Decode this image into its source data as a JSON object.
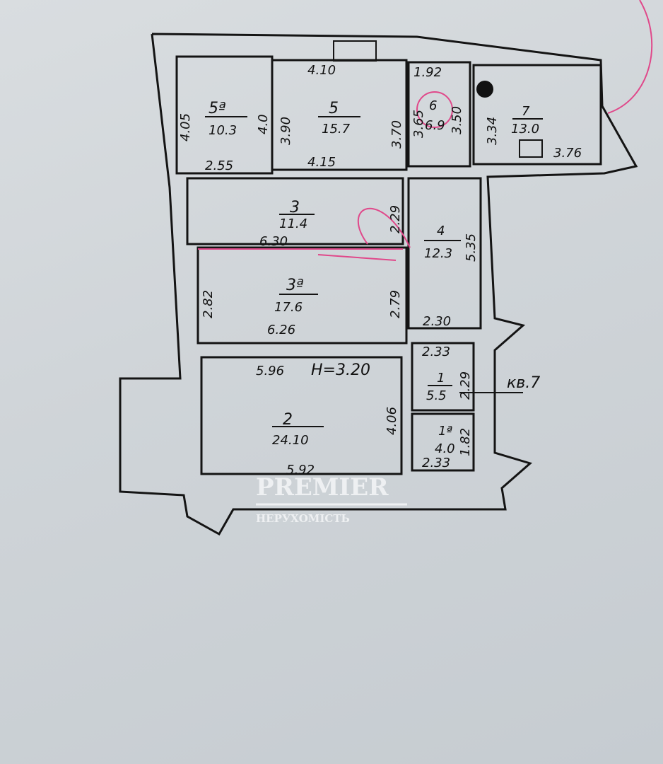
{
  "rooms": [
    {
      "id": "5a",
      "number": "5ª",
      "area": "10.3",
      "dims": [
        "4.05",
        "2.55",
        "4.0"
      ]
    },
    {
      "id": "5",
      "number": "5",
      "area": "15.7",
      "dims": [
        "4.10",
        "3.90",
        "3.70",
        "4.15"
      ]
    },
    {
      "id": "6",
      "number": "6",
      "area": "6.9",
      "dims": [
        "1.92",
        "3.65",
        "3.50"
      ]
    },
    {
      "id": "7",
      "number": "7",
      "area": "13.0",
      "dims": [
        "3.34",
        "3.76"
      ]
    },
    {
      "id": "3",
      "number": "3",
      "area": "11.4",
      "dims": [
        "6.30",
        "2.29"
      ]
    },
    {
      "id": "3a",
      "number": "3ª",
      "area": "17.6",
      "dims": [
        "2.82",
        "2.79",
        "6.26"
      ]
    },
    {
      "id": "4",
      "number": "4",
      "area": "12.3",
      "dims": [
        "5.35",
        "2.30"
      ]
    },
    {
      "id": "2",
      "number": "2",
      "area": "24.10",
      "dims": [
        "5.96",
        "4.06",
        "5.92"
      ]
    },
    {
      "id": "1",
      "number": "1",
      "area": "5.5",
      "dims": [
        "2.33",
        "2.29"
      ]
    },
    {
      "id": "1a",
      "number": "1ª",
      "area": "4.0",
      "dims": [
        "1.82",
        "2.33"
      ]
    }
  ],
  "ceiling_height": "H=3.20",
  "apartment_label": "кв.7",
  "watermark": {
    "brand": "PREMIER",
    "sub": "НЕРУХОМІСТЬ"
  }
}
